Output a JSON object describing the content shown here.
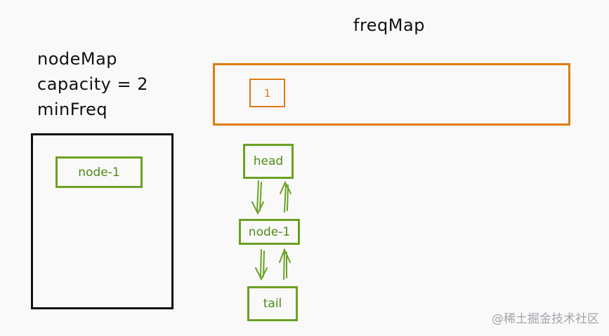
{
  "diagram": {
    "title": "freqMap",
    "info_lines": {
      "nodemap": "nodeMap",
      "capacity": "capacity = 2",
      "minfreq": "minFreq"
    },
    "nodemap_entries": [
      "node-1"
    ],
    "freqmap_keys": [
      "1"
    ],
    "linked_list": {
      "head": "head",
      "node": "node-1",
      "tail": "tail"
    },
    "colors": {
      "freqmap": "#e07b12",
      "list": "#6aa123",
      "ink": "#111111"
    }
  },
  "watermark": "@稀土掘金技术社区"
}
